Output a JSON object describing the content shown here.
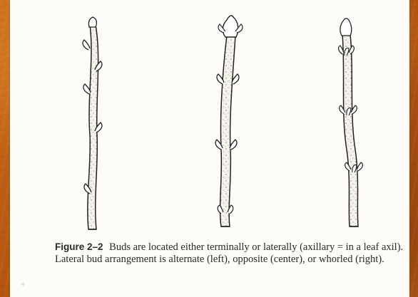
{
  "figure": {
    "label": "Figure 2–2",
    "caption": "Buds are located either terminally or laterally (axillary = in a leaf axil). Lateral bud arrangement is alternate (left), opposite (center), or whorled (right).",
    "panels": [
      {
        "name": "alternate"
      },
      {
        "name": "opposite"
      },
      {
        "name": "whorled"
      }
    ]
  },
  "colors": {
    "background": "#b85a14",
    "paper": "#fdfcf8",
    "ink": "#2a2a2a"
  }
}
